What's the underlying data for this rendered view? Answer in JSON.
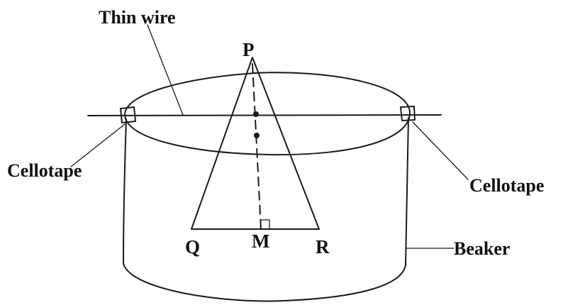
{
  "labels": {
    "thin_wire": "Thin wire",
    "cellotape_left": "Cellotape",
    "cellotape_right": "Cellotape",
    "beaker": "Beaker",
    "vertex_p": "P",
    "vertex_q": "Q",
    "vertex_r": "R",
    "vertex_m": "M"
  }
}
